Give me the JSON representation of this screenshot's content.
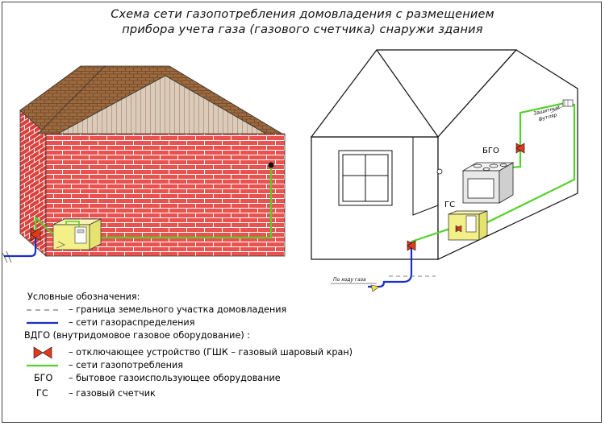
{
  "title": {
    "line1": "Схема сети газопотребления домовладения с размещением",
    "line2": "прибора учета газа (газового счетчика) снаружи здания"
  },
  "labels": {
    "bgo": "БГО",
    "gs": "ГС",
    "sleeve": [
      "Защитный",
      "футляр"
    ],
    "gas_flow": "По ходу газа"
  },
  "legend": {
    "heading": "Условные обозначения:",
    "items": [
      {
        "symbol": "dashed-line",
        "text": "– граница земельного участка домовладения"
      },
      {
        "symbol": "blue-line",
        "text": "– сети газораспределения"
      }
    ],
    "vdgo_heading": "ВДГО (внутридомовое газовое оборудование) :",
    "vdgo_items": [
      {
        "symbol": "valve-icon",
        "text": "– отключающее устройство (ГШК – газовый шаровый кран)"
      },
      {
        "symbol": "green-line",
        "text": "– сети газопотребления"
      },
      {
        "symbol": "БГО",
        "text": "– бытовое газоиспользующее оборудование"
      },
      {
        "symbol": "ГС",
        "text": "– газовый счетчик"
      }
    ]
  },
  "colors": {
    "brick": "#e8534f",
    "roof": "#9c6a3f",
    "gable": "#dbcbb8",
    "gas_distribution": "#1a2fc8",
    "gas_consumption": "#55d12a",
    "valve": "#e03a1c",
    "meter_box": "#f3f08a"
  }
}
